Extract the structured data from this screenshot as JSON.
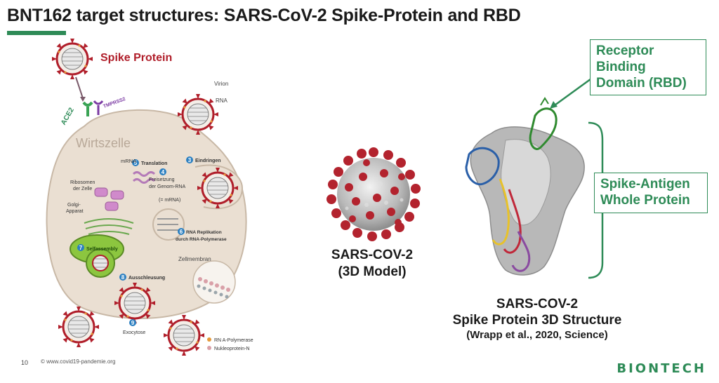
{
  "slide": {
    "title": "BNT162 target structures: SARS-CoV-2 Spike-Protein and RBD",
    "number": "10",
    "copyright": "© www.covid19-pandemie.org",
    "logo": "BIONTECH"
  },
  "left_diagram": {
    "spike_label": "Spike Protein",
    "virion": "Virion",
    "rna": "RNA",
    "ace2": "ACE2",
    "tmprss2": "TMPRSS2",
    "host_cell": "Wirtszelle",
    "steps": [
      {
        "num": "3",
        "label": "Eindringen"
      },
      {
        "num": "4",
        "label": "Freisetzung"
      },
      {
        "num": "5",
        "label": "Translation"
      },
      {
        "num": "6",
        "label": "RNA Replikation"
      },
      {
        "num": "7",
        "label": "Selfassembly"
      },
      {
        "num": "8",
        "label": "Ausschleusung"
      },
      {
        "num": "9",
        "label": "Exocytose"
      }
    ],
    "release_line2": "der Genom-RNA",
    "release_line3": "(= mRNA)",
    "replication_line2": "durch RNA-Polymerase",
    "mrna": "mRNA",
    "ribosomes_1": "Ribosomen",
    "ribosomes_2": "der Zelle",
    "golgi_1": "Golgi-",
    "golgi_2": "Apparat",
    "membrane": "Zellmembran",
    "legend": [
      {
        "label": "RN A-Polymerase",
        "color": "#e69a3a"
      },
      {
        "label": "Nukleoprotein-N",
        "color": "#d9a0a8"
      }
    ]
  },
  "middle": {
    "caption_1": "SARS-COV-2",
    "caption_2": "(3D Model)"
  },
  "right": {
    "rbd_box": [
      "Receptor",
      "Binding",
      "Domain (RBD)"
    ],
    "antigen_box": [
      "Spike-Antigen",
      "Whole Protein"
    ],
    "caption_1": "SARS-COV-2",
    "caption_2": "Spike Protein 3D Structure",
    "caption_3": "(Wrapp et al., 2020, Science)"
  },
  "colors": {
    "accent_green": "#2e8b57",
    "spike_red": "#b01e2a",
    "cell_fill": "#eadfd2",
    "step_blue": "#2a7fc1"
  }
}
